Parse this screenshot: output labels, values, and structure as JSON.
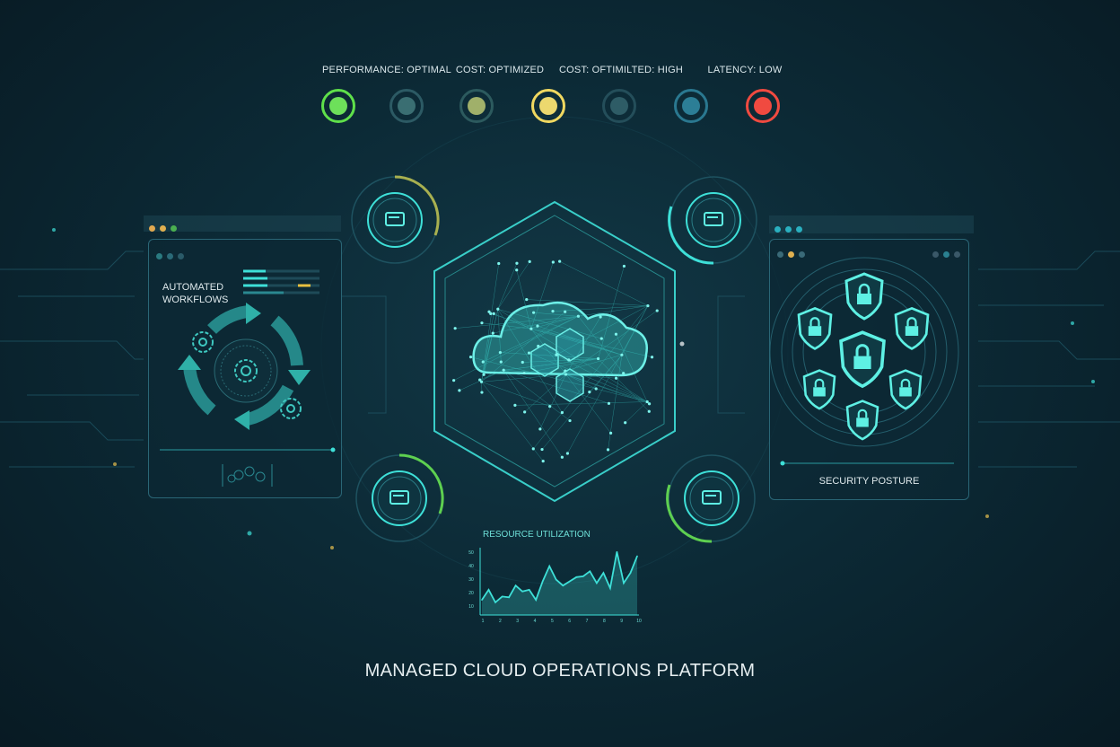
{
  "status_labels": [
    "PERFORMANCE: OPTIMAL",
    "COST: OPTIMIZED",
    "COST: OFTIMILTED: HIGH",
    "LATENCY: LOW"
  ],
  "indicators": [
    {
      "ring": "#5fe04a",
      "fill": "#6de05a"
    },
    {
      "ring": "#2c5a64",
      "fill": "#3a6e72"
    },
    {
      "ring": "#2c5a5e",
      "fill": "#a0b06a"
    },
    {
      "ring": "#f0d860",
      "fill": "#ecd86e"
    },
    {
      "ring": "#244e5a",
      "fill": "#2e5c66"
    },
    {
      "ring": "#2a7890",
      "fill": "#2c7e96"
    },
    {
      "ring": "#f04a40",
      "fill": "#f04a40"
    }
  ],
  "left_panel": {
    "title_line1": "AUTOMATED",
    "title_line2": "WORKFLOWS"
  },
  "right_panel": {
    "title": "SECURITY POSTURE"
  },
  "chart_data": {
    "type": "area",
    "title": "RESOURCE UTILIZATION",
    "xlabel": "",
    "ylabel": "",
    "values": [
      18,
      30,
      15,
      22,
      21,
      35,
      28,
      30,
      18,
      40,
      58,
      42,
      35,
      40,
      45,
      46,
      52,
      38,
      50,
      32,
      75,
      38,
      50,
      70
    ],
    "ylim": [
      0,
      80
    ],
    "yticks": [
      "10",
      "20",
      "30",
      "40",
      "50"
    ],
    "xticks": [
      "1",
      "2",
      "3",
      "4",
      "5",
      "6",
      "7",
      "8",
      "9",
      "10"
    ],
    "color": "#3ee0d8"
  },
  "footer": {
    "title": "MANAGED CLOUD OPERATIONS PLATFORM"
  },
  "accent": "#3ee0d8"
}
